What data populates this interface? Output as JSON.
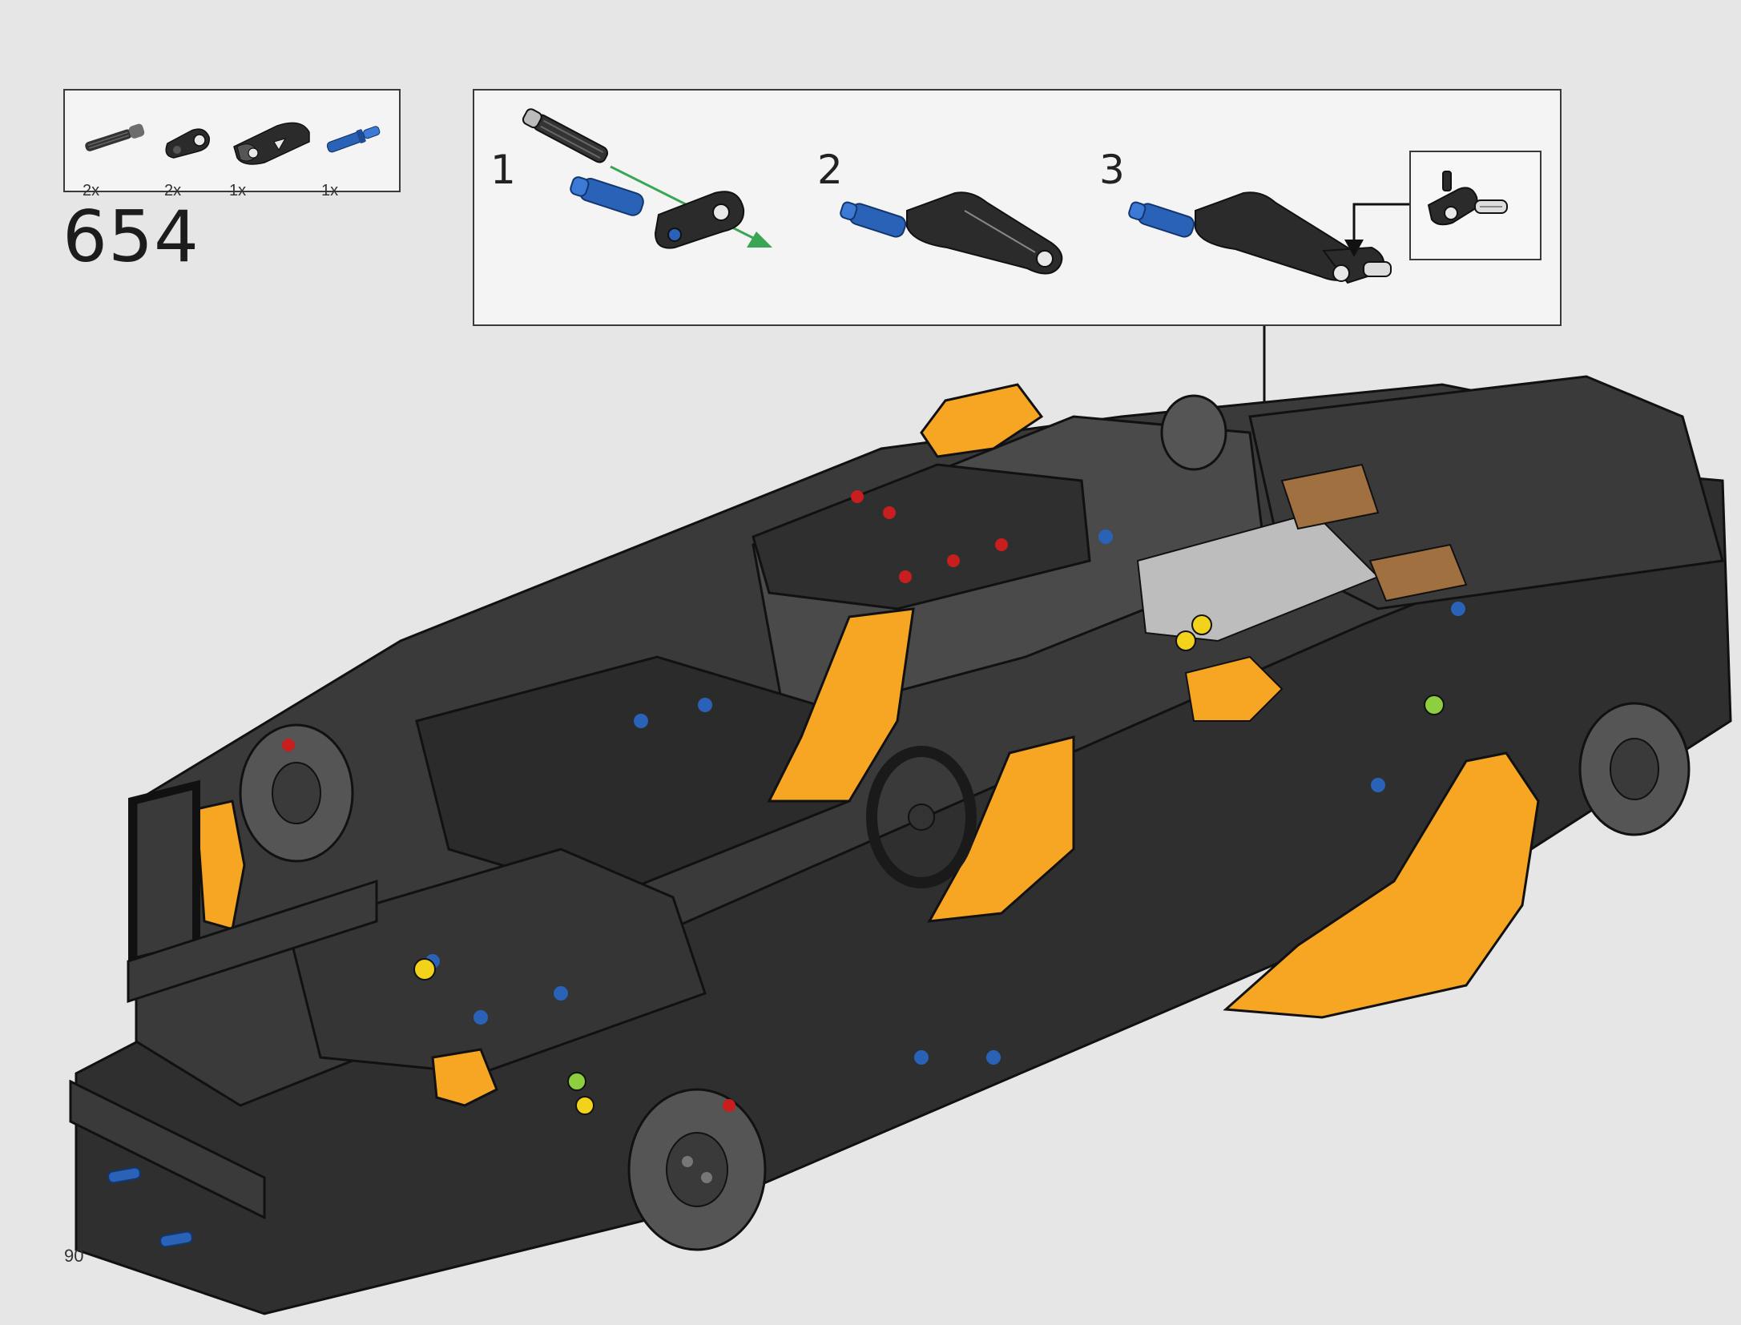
{
  "page": {
    "step_number": "654",
    "page_number": "90"
  },
  "parts_list": [
    {
      "icon": "long-axle-pin-icon",
      "qty": "2x",
      "color": "#333333"
    },
    {
      "icon": "rounded-beam-connector-icon",
      "qty": "2x",
      "color": "#2b2b2b"
    },
    {
      "icon": "panel-connector-icon",
      "qty": "1x",
      "color": "#2b2b2b"
    },
    {
      "icon": "blue-pin-icon",
      "qty": "1x",
      "color": "#2a62b8"
    }
  ],
  "sub_steps": [
    {
      "number": "1"
    },
    {
      "number": "2"
    },
    {
      "number": "3"
    }
  ],
  "colors": {
    "background": "#e6e6e6",
    "frame_dark": "#2f2f2f",
    "accent_orange": "#f6a623",
    "pin_blue": "#2a62b8",
    "arrow_green": "#3aa655",
    "pin_red": "#c81e1e",
    "pin_yellow": "#f2d21a"
  }
}
